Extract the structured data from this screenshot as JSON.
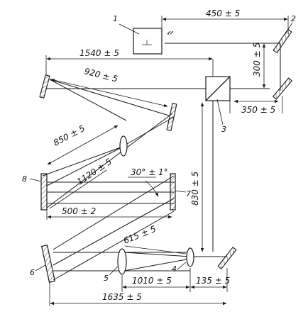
{
  "diagram": {
    "dimensions": {
      "d_450": "450 ± 5",
      "d_1540": "1540 ± 5",
      "d_920": "920 ± 5",
      "d_300": "300 ± 5",
      "d_350": "350 ± 5",
      "d_850": "850 ± 5",
      "d_1120": "1120 ± 5",
      "d_830": "830 ± 5",
      "d_angle": "30° ± 1°",
      "d_500": "500 ± 2",
      "d_615": "615 ± 5",
      "d_1010": "1010 ± 5",
      "d_135": "135 ± 5",
      "d_1635": "1635 ± 5"
    },
    "labels": {
      "l1": "1",
      "l2": "2",
      "l3": "3",
      "l4": "4",
      "l5": "5",
      "l6": "6",
      "l7": "7",
      "l8": "8"
    }
  }
}
